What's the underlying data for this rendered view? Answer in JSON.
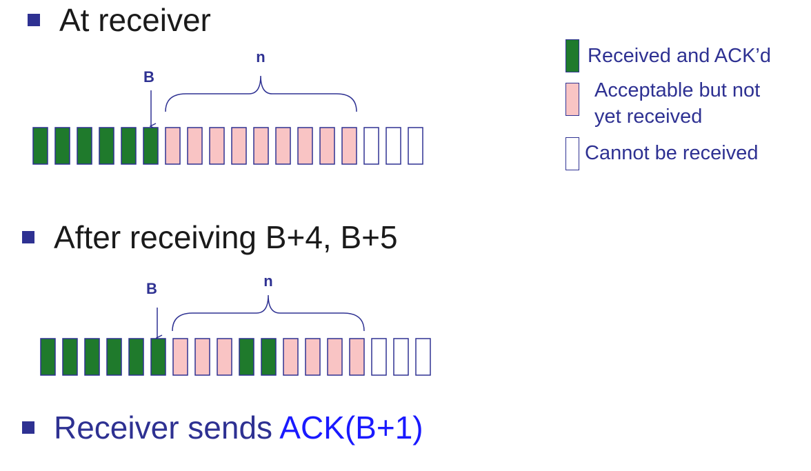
{
  "colors": {
    "received": "#1f7a2c",
    "acceptable": "#f9c4c4",
    "cannot": "#ffffff",
    "outline": "#2e3192",
    "text_blue": "#2e3192",
    "ack_blue": "#1a1aff"
  },
  "section1": {
    "title": "At receiver",
    "pointer_label": "B",
    "window_label": "n",
    "cells": [
      "received",
      "received",
      "received",
      "received",
      "received",
      "received",
      "acceptable",
      "acceptable",
      "acceptable",
      "acceptable",
      "acceptable",
      "acceptable",
      "acceptable",
      "acceptable",
      "acceptable",
      "cannot",
      "cannot",
      "cannot"
    ]
  },
  "section2": {
    "title": "After receiving B+4, B+5",
    "pointer_label": "B",
    "window_label": "n",
    "cells": [
      "received",
      "received",
      "received",
      "received",
      "received",
      "received",
      "acceptable",
      "acceptable",
      "acceptable",
      "received",
      "received",
      "acceptable",
      "acceptable",
      "acceptable",
      "acceptable",
      "cannot",
      "cannot",
      "cannot"
    ]
  },
  "section3": {
    "title_prefix": "Receiver sends ",
    "title_ack": "ACK(B+1)"
  },
  "legend": {
    "received": "Received and ACK’d",
    "acceptable": "Acceptable but not\nyet received",
    "cannot": "Cannot be received"
  }
}
